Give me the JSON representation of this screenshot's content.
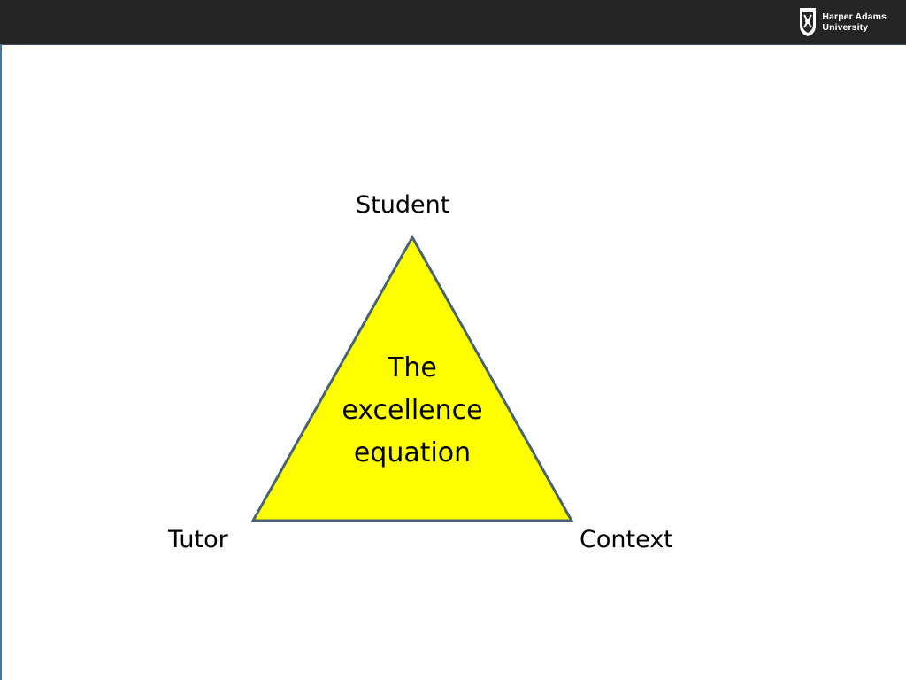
{
  "header": {
    "logo": {
      "line1": "Harper Adams",
      "line2": "University",
      "icon": "university-crest-icon"
    }
  },
  "diagram": {
    "vertices": {
      "top": "Student",
      "left": "Tutor",
      "right": "Context"
    },
    "center_lines": [
      "The",
      "excellence",
      "equation"
    ],
    "fill_color": "#ffff00",
    "stroke_color": "#4a6275"
  },
  "colors": {
    "header_bar": "#252525",
    "accent_rule": "#4a7396"
  }
}
